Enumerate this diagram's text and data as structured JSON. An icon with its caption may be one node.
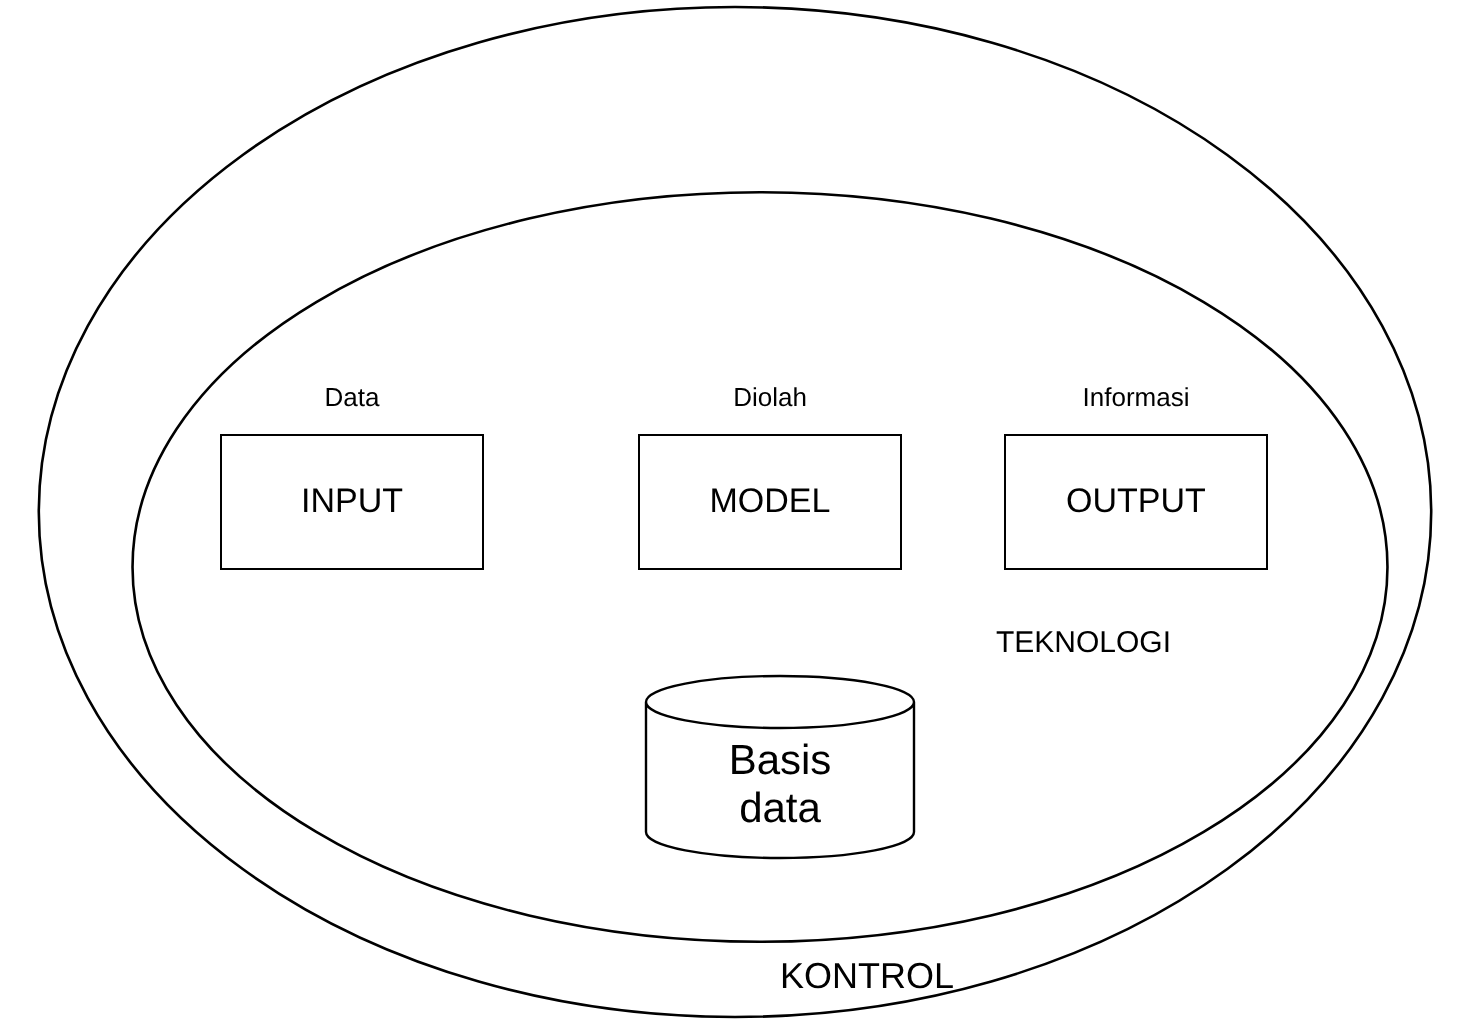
{
  "diagram": {
    "nodes": [
      {
        "text": [
          "KONTROL"
        ]
      },
      {
        "text": [
          "TEKNOLOGI"
        ],
        "in": 0
      },
      {
        "text": [
          "INPUT"
        ],
        "in": 1,
        "beside": [
          "Data"
        ]
      },
      {
        "text": [
          "MODEL"
        ],
        "in": 1,
        "beside": [
          "Diolah"
        ]
      },
      {
        "text": [
          "OUTPUT"
        ],
        "in": 1,
        "beside": [
          "Informasi"
        ]
      },
      {
        "text": [
          "Basis data"
        ],
        "in": 1
      }
    ]
  }
}
